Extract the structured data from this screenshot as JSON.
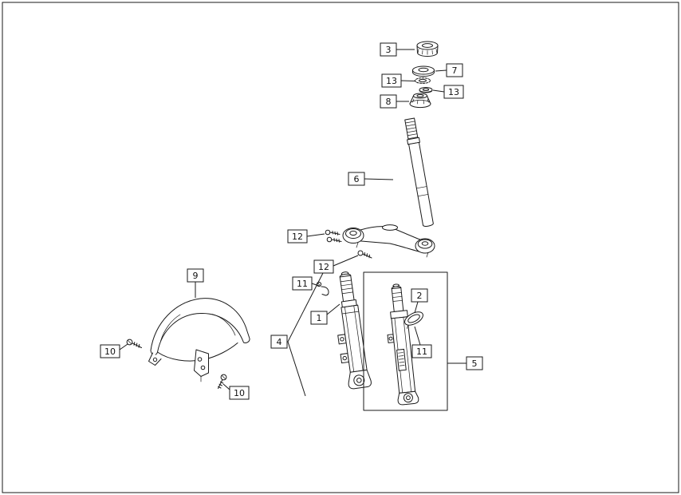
{
  "colors": {
    "background": "#ffffff",
    "line": "#1a1a1a",
    "label_text": "#111111"
  },
  "labels": [
    {
      "text": "3"
    },
    {
      "text": "7"
    },
    {
      "text": "13"
    },
    {
      "text": "13"
    },
    {
      "text": "8"
    },
    {
      "text": "6"
    },
    {
      "text": "12"
    },
    {
      "text": "12"
    },
    {
      "text": "11"
    },
    {
      "text": "1"
    },
    {
      "text": "9"
    },
    {
      "text": "10"
    },
    {
      "text": "10"
    },
    {
      "text": "2"
    },
    {
      "text": "11"
    },
    {
      "text": "4"
    },
    {
      "text": "5"
    }
  ]
}
